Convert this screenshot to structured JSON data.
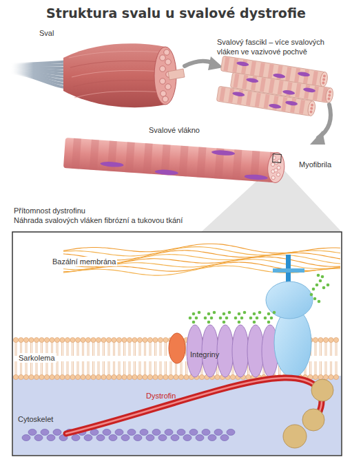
{
  "diagram": {
    "title": "Struktura svalu u svalové dystrofie",
    "labels": [
      "Sval",
      "Svalový fascikl – více svalových vláken ve vazivové pochvě",
      "Svalové vlákno",
      "Myofibrila",
      "Přítomnost dystrofinu",
      "Náhrada svalových vláken fibrózní a tukovou tkání",
      "Bazální membrána",
      "Integriny",
      "Sarkolema",
      "Dystrofin",
      "Cytoskelet"
    ]
  }
}
